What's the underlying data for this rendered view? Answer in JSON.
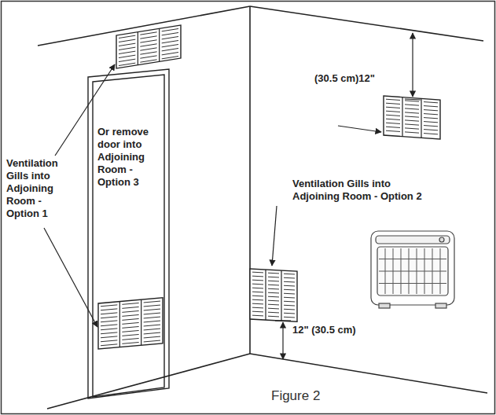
{
  "diagram": {
    "caption": "Figure 2",
    "labels": [
      "Ventilation Gills into Adjoining Room - Option 1",
      "Or remove door into Adjoining Room - Option 3",
      "(30.5 cm)12\"",
      "Ventilation Gills into Adjoining Room - Option 2",
      "12\" (30.5 cm)"
    ]
  }
}
